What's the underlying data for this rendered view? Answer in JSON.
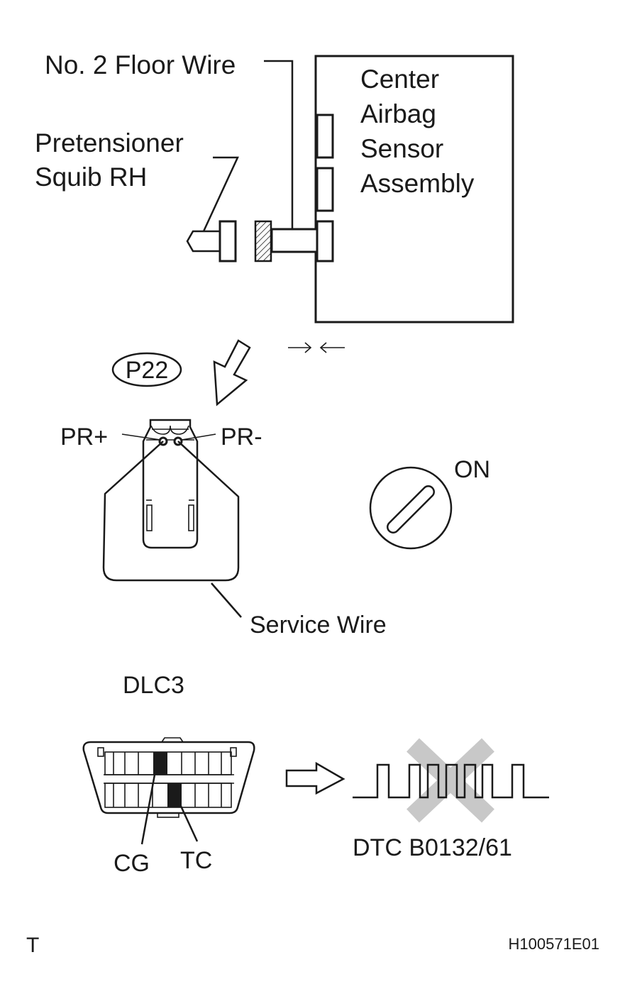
{
  "labels": {
    "floor_wire": "No. 2 Floor Wire",
    "squib_line1": "Pretensioner",
    "squib_line2": "Squib RH",
    "sensor_line1": "Center",
    "sensor_line2": "Airbag",
    "sensor_line3": "Sensor",
    "sensor_line4": "Assembly",
    "connector_id": "P22",
    "pin_pos": "PR+",
    "pin_neg": "PR-",
    "ignition_state": "ON",
    "service_wire": "Service Wire",
    "dlc": "DLC3",
    "pin_cg": "CG",
    "pin_tc": "TC",
    "dtc": "DTC B0132/61",
    "corner_mark": "T",
    "figure_id": "H100571E01"
  },
  "colors": {
    "line": "#1a1a1a",
    "cross": "#c8c8c8",
    "hatch": "#1a1a1a"
  },
  "icons": {
    "ignition": "ignition-switch-icon",
    "result": "arrow-right-icon",
    "not_output": "cross-mark-icon"
  }
}
